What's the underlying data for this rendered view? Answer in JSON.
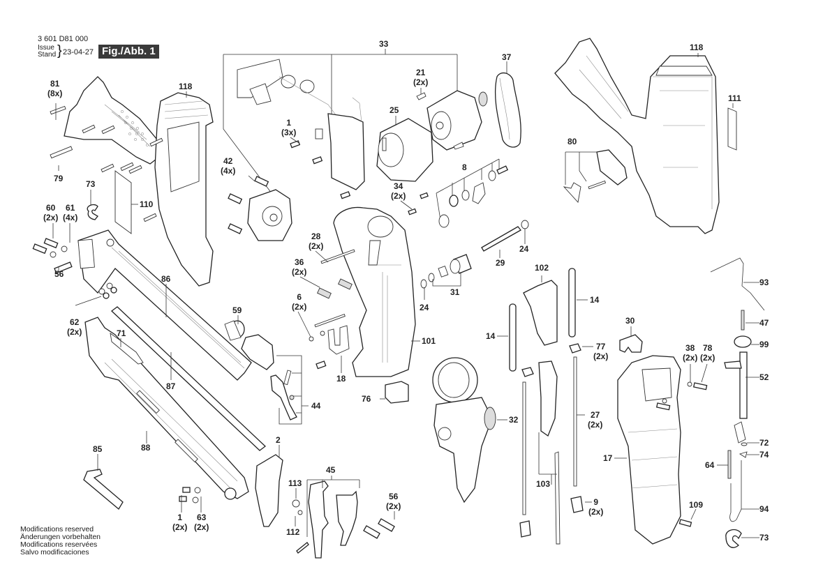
{
  "header": {
    "part_number": "3 601 D81 000",
    "issue_label_en": "Issue",
    "issue_label_de": "Stand",
    "issue_date": "23-04-27",
    "figure_label": "Fig./Abb. 1"
  },
  "footer": {
    "lines": [
      "Modifications reserved",
      "Änderungen vorbehalten",
      "Modifications reservées",
      "Salvo modificaciones"
    ]
  },
  "callouts": [
    {
      "id": "81",
      "qty": "(8x)"
    },
    {
      "id": "79",
      "qty": ""
    },
    {
      "id": "118",
      "qty": ""
    },
    {
      "id": "110",
      "qty": ""
    },
    {
      "id": "73",
      "qty": ""
    },
    {
      "id": "60",
      "qty": "(2x)"
    },
    {
      "id": "61",
      "qty": "(4x)"
    },
    {
      "id": "56",
      "qty": ""
    },
    {
      "id": "62",
      "qty": "(2x)"
    },
    {
      "id": "86",
      "qty": ""
    },
    {
      "id": "71",
      "qty": ""
    },
    {
      "id": "87",
      "qty": ""
    },
    {
      "id": "88",
      "qty": ""
    },
    {
      "id": "85",
      "qty": ""
    },
    {
      "id": "1",
      "qty": "(2x)"
    },
    {
      "id": "63",
      "qty": "(2x)"
    },
    {
      "id": "2",
      "qty": ""
    },
    {
      "id": "59",
      "qty": ""
    },
    {
      "id": "44",
      "qty": ""
    },
    {
      "id": "113",
      "qty": ""
    },
    {
      "id": "112",
      "qty": ""
    },
    {
      "id": "45",
      "qty": ""
    },
    {
      "id": "56",
      "qty": "(2x)"
    },
    {
      "id": "33",
      "qty": ""
    },
    {
      "id": "1",
      "qty": "(3x)"
    },
    {
      "id": "42",
      "qty": "(4x)"
    },
    {
      "id": "25",
      "qty": ""
    },
    {
      "id": "21",
      "qty": "(2x)"
    },
    {
      "id": "37",
      "qty": ""
    },
    {
      "id": "34",
      "qty": "(2x)"
    },
    {
      "id": "8",
      "qty": ""
    },
    {
      "id": "28",
      "qty": "(2x)"
    },
    {
      "id": "36",
      "qty": "(2x)"
    },
    {
      "id": "6",
      "qty": "(2x)"
    },
    {
      "id": "18",
      "qty": ""
    },
    {
      "id": "101",
      "qty": ""
    },
    {
      "id": "76",
      "qty": ""
    },
    {
      "id": "24",
      "qty": ""
    },
    {
      "id": "24",
      "qty": ""
    },
    {
      "id": "29",
      "qty": ""
    },
    {
      "id": "31",
      "qty": ""
    },
    {
      "id": "32",
      "qty": ""
    },
    {
      "id": "102",
      "qty": ""
    },
    {
      "id": "14",
      "qty": ""
    },
    {
      "id": "14",
      "qty": ""
    },
    {
      "id": "77",
      "qty": "(2x)"
    },
    {
      "id": "27",
      "qty": "(2x)"
    },
    {
      "id": "103",
      "qty": ""
    },
    {
      "id": "9",
      "qty": "(2x)"
    },
    {
      "id": "118",
      "qty": ""
    },
    {
      "id": "111",
      "qty": ""
    },
    {
      "id": "80",
      "qty": ""
    },
    {
      "id": "93",
      "qty": ""
    },
    {
      "id": "47",
      "qty": ""
    },
    {
      "id": "99",
      "qty": ""
    },
    {
      "id": "30",
      "qty": ""
    },
    {
      "id": "38",
      "qty": "(2x)"
    },
    {
      "id": "78",
      "qty": "(2x)"
    },
    {
      "id": "52",
      "qty": ""
    },
    {
      "id": "17",
      "qty": ""
    },
    {
      "id": "72",
      "qty": ""
    },
    {
      "id": "74",
      "qty": ""
    },
    {
      "id": "64",
      "qty": ""
    },
    {
      "id": "94",
      "qty": ""
    },
    {
      "id": "109",
      "qty": ""
    },
    {
      "id": "73",
      "qty": ""
    }
  ]
}
